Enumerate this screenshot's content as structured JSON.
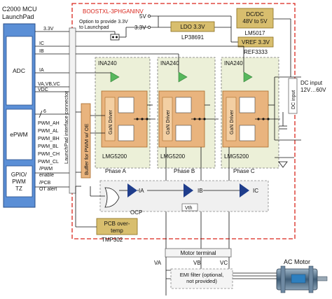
{
  "mcu": {
    "title": "C2000 MCU",
    "subtitle": "LaunchPad",
    "blocks": [
      "ADC",
      "ePWM",
      "GPIO/\nPWM\nTZ"
    ]
  },
  "board": {
    "name": "BOOSTXL-3PHGANINV",
    "connector_label": "LaunchPad interface connector",
    "buffer_label": "Buffer for PWM w/ OE"
  },
  "signals": {
    "v33": "3.3V",
    "ic": "IC",
    "ib": "IB",
    "ia": "IA",
    "vabc": "VA,VB,VC",
    "vdc": "VDC",
    "count": "6",
    "pwm": [
      "PWM_AH",
      "PWM_AL",
      "PWM_BH",
      "PWM_BL",
      "PWM_CH",
      "PWM_CL"
    ],
    "gpio": [
      "/PWM",
      "enable",
      "/PCB",
      "OT alert"
    ]
  },
  "power": {
    "v5": "5V",
    "v33": "3.3V",
    "option_note": "Option to provide 3.3V\nto Launchpad",
    "ldo": "LDO 3.3V",
    "ldo_part": "LP38691",
    "dcdc": "DC/DC\n48V to 5V",
    "dcdc_part": "LM5017",
    "vref": "VREF 3.3V",
    "vref_part": "REF3333"
  },
  "phases": [
    {
      "amp": "INA240",
      "driver": "GaN Driver",
      "part": "LMG5200",
      "label": "Phase A"
    },
    {
      "amp": "INA240",
      "driver": "GaN Driver",
      "part": "LMG5200",
      "label": "Phase B"
    },
    {
      "amp": "INA240",
      "driver": "GaN Driver",
      "part": "LMG5200",
      "label": "Phase C"
    }
  ],
  "ocp": {
    "label": "OCP",
    "ia": "IA",
    "ib": "IB",
    "ic": "IC",
    "vth": "Vth"
  },
  "pcb": {
    "label": "PCB over-\ntemp",
    "part": "TMP302"
  },
  "dc_input": {
    "box": "DC input",
    "label": "DC input\n12V…60V"
  },
  "motor": {
    "terminal": "Motor terminal",
    "va": "VA",
    "vb": "VB",
    "vc": "VC",
    "emi": "EMI filter (optional,\nnot provided)",
    "ac_motor": "AC Motor"
  },
  "colors": {
    "mcu_blue": "#5b8fd6",
    "board_red": "#d9261c",
    "orange_box": "#e9b47e",
    "tan_box": "#d8be6e",
    "amp_green": "#57b75c",
    "ocp_blue": "#1f3d8c",
    "phase_bg": "#ecf0d8"
  }
}
